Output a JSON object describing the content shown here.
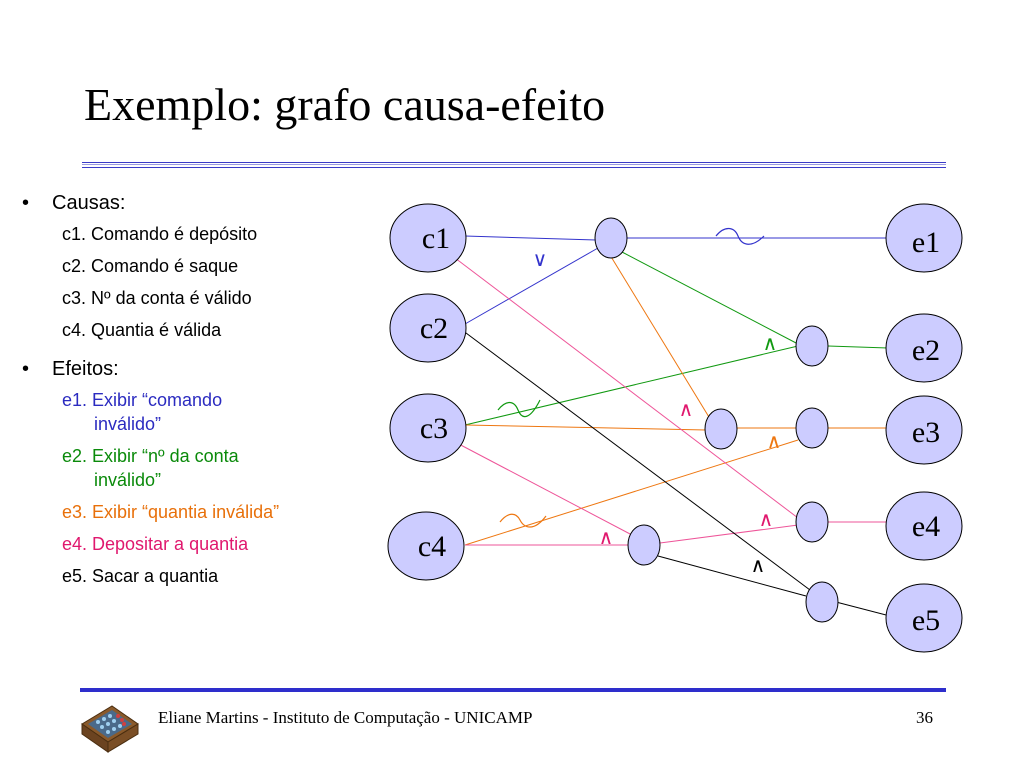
{
  "slide": {
    "title": "Exemplo: grafo causa-efeito",
    "causes_heading": "Causas:",
    "causes": [
      "c1. Comando é depósito",
      "c2. Comando é saque",
      "c3. Nº da conta é válido",
      "c4. Quantia é válida"
    ],
    "effects_heading": "Efeitos:",
    "effects": [
      {
        "text": "e1. Exibir “comando inválido”",
        "color": "#2b2bc0"
      },
      {
        "text": "e2. Exibir “nº da conta inválido”",
        "color": "#0a8a0a"
      },
      {
        "text": "e3. Exibir “quantia inválida”",
        "color": "#e8700a"
      },
      {
        "text": "e4. Depositar a quantia",
        "color": "#e0186e"
      },
      {
        "text": "e5. Sacar a quantia",
        "color": "#000000"
      }
    ],
    "footer": "Eliane Martins -  Instituto de Computação - UNICAMP",
    "page": "36"
  },
  "graph": {
    "cause_nodes": [
      "c1",
      "c2",
      "c3",
      "c4"
    ],
    "effect_nodes": [
      "e1",
      "e2",
      "e3",
      "e4",
      "e5"
    ],
    "operators": {
      "or": "∨",
      "and": "∧"
    },
    "colors": {
      "blue": "#3333cc",
      "green": "#119911",
      "orange": "#ee7711",
      "pink": "#ee5599",
      "black": "#000000",
      "node_fill": "#ccccff"
    }
  }
}
